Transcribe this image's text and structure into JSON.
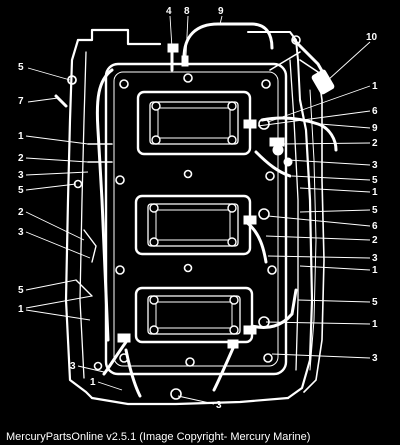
{
  "caption": "MercuryPartsOnline v2.5.1 (Image Copyright- Mercury Marine)",
  "colors": {
    "background": "#000000",
    "ink": "#ffffff"
  },
  "diagram": {
    "callouts": {
      "top_4": "4",
      "top_8": "8",
      "top_9": "9",
      "r_10": "10",
      "l_5a": "5",
      "l_7": "7",
      "l_1a": "1",
      "l_2a": "2",
      "l_3a": "3",
      "l_5b": "5",
      "l_2b": "2",
      "l_3b": "3",
      "l_5c": "5",
      "l_1b": "1",
      "b_3a": "3",
      "b_1": "1",
      "b_3b": "3",
      "r_1a": "1",
      "r_6a": "6",
      "r_9": "9",
      "r_2a": "2",
      "r_3a": "3",
      "r_5a": "5",
      "r_1b": "1",
      "r_5b": "5",
      "r_6b": "6",
      "r_2b": "2",
      "r_3b": "3",
      "r_1c": "1",
      "r_5c": "5",
      "r_1d": "1",
      "r_3c": "3"
    }
  }
}
